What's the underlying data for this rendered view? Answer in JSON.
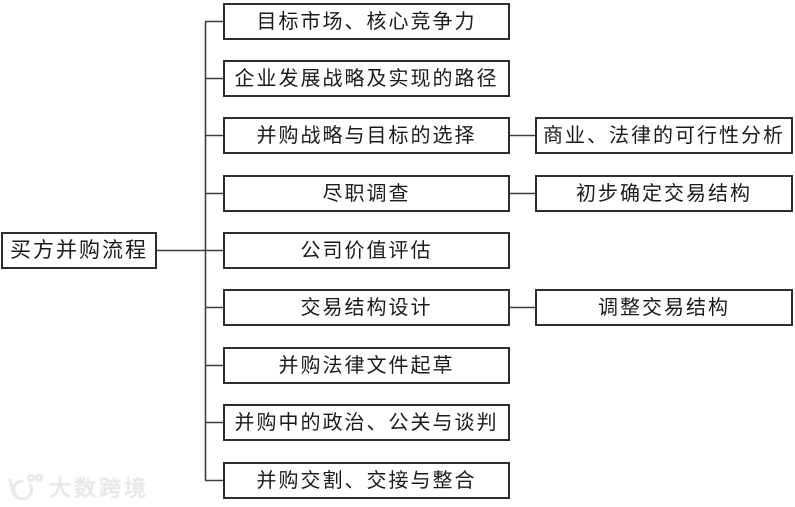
{
  "diagram": {
    "root": {
      "label": "买方并购流程"
    },
    "stages": [
      {
        "label": "目标市场、核心竞争力"
      },
      {
        "label": "企业发展战略及实现的路径"
      },
      {
        "label": "并购战略与目标的选择",
        "sub": "商业、法律的可行性分析"
      },
      {
        "label": "尽职调查",
        "sub": "初步确定交易结构"
      },
      {
        "label": "公司价值评估"
      },
      {
        "label": "交易结构设计",
        "sub": "调整交易结构"
      },
      {
        "label": "并购法律文件起草"
      },
      {
        "label": "并购中的政治、公关与谈判"
      },
      {
        "label": "并购交割、交接与整合"
      }
    ],
    "colors": {
      "background": "#ffffff",
      "border": "#2e2e2e",
      "text": "#1b1b1b",
      "line": "#3f3f3f",
      "watermark": "#e9e9e9"
    }
  },
  "watermark": {
    "text": "大数跨境"
  }
}
